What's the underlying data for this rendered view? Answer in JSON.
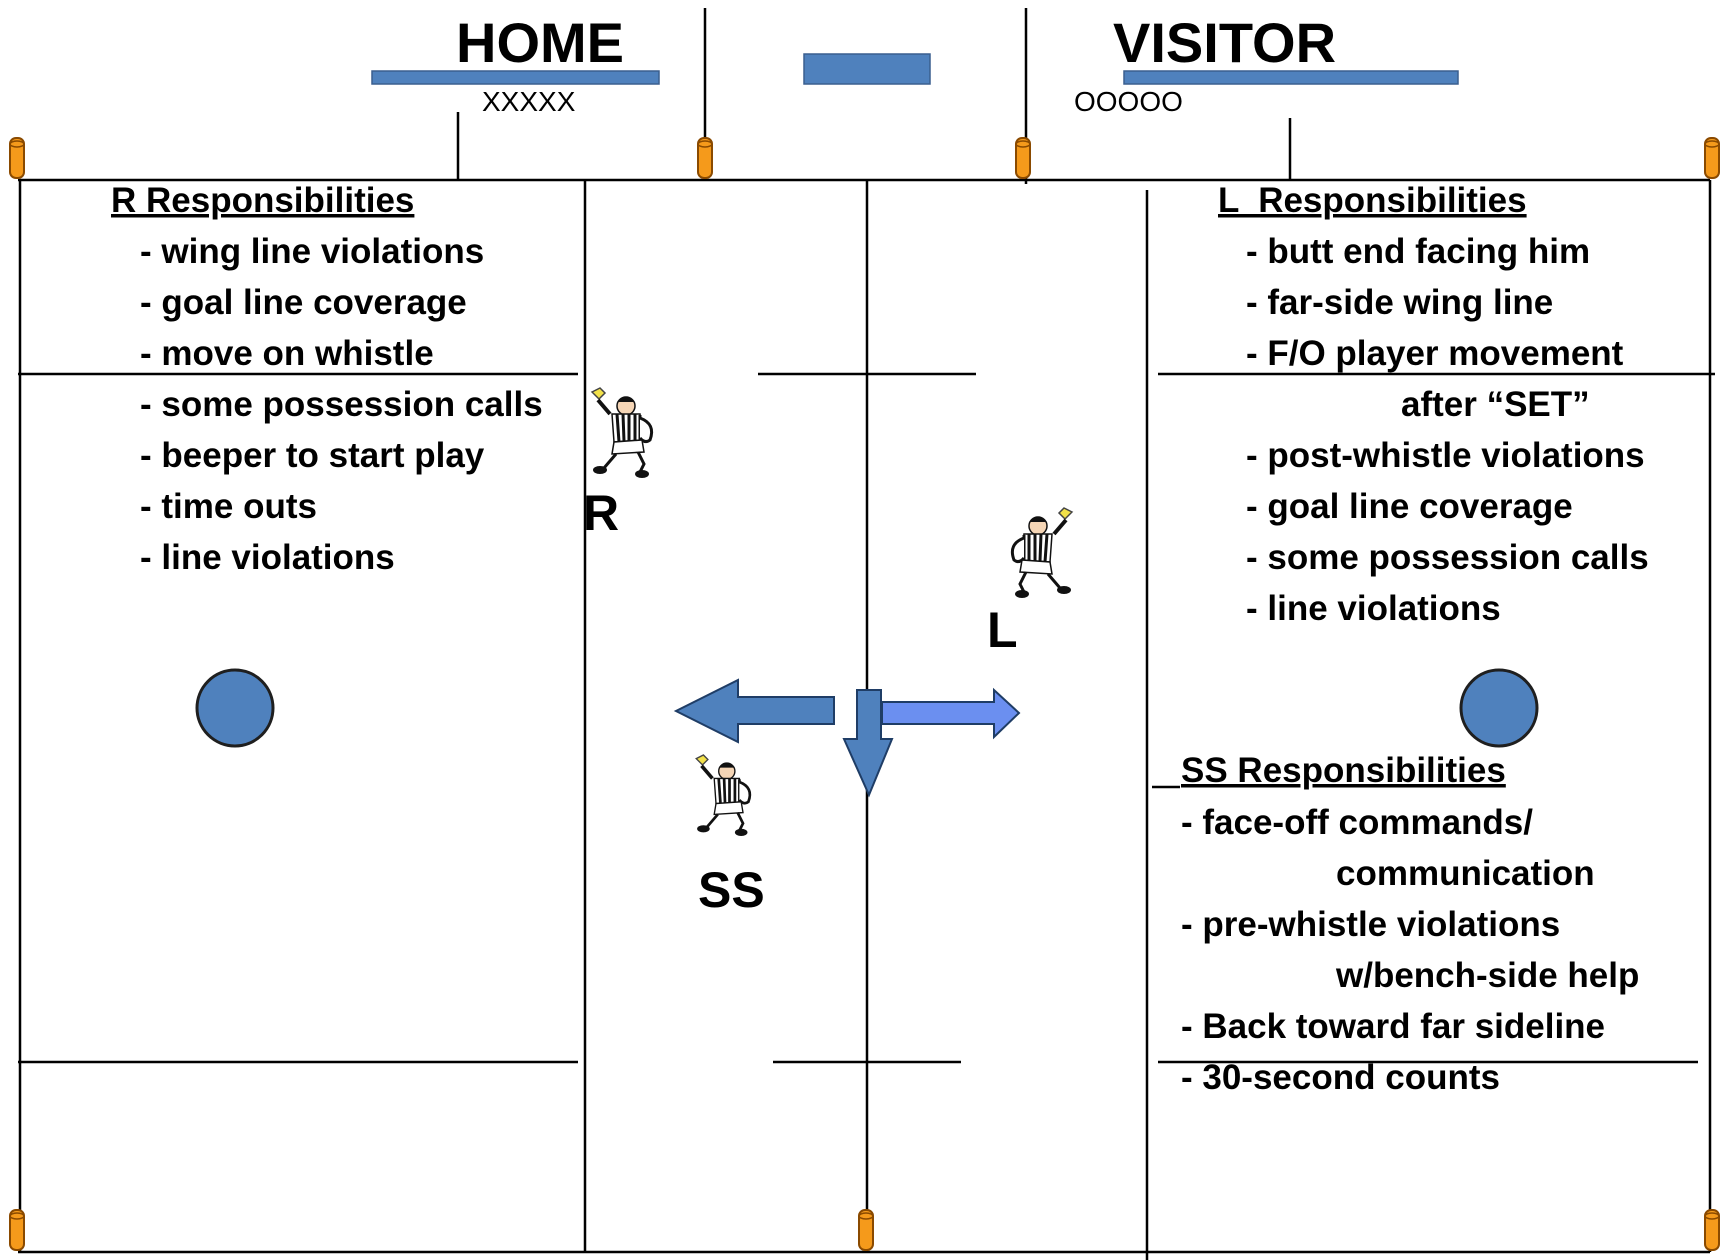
{
  "home": {
    "title": "HOME",
    "sub": "XXXXX"
  },
  "visitor": {
    "title": "VISITOR",
    "sub": "OOOOO"
  },
  "officials": {
    "r": "R",
    "l": "L",
    "ss": "SS"
  },
  "r_resp": {
    "heading": "R Responsibilities",
    "items": [
      "- wing line violations",
      "- goal line coverage",
      "- move on whistle",
      "- some possession calls",
      "- beeper to start play",
      "- time outs",
      "- line violations"
    ]
  },
  "l_resp": {
    "heading": "L  Responsibilities",
    "items": [
      "- butt end facing him",
      "- far-side wing line",
      "- F/O player movement",
      "after “SET”",
      "- post-whistle violations",
      "- goal line coverage",
      "- some possession calls",
      "- line violations"
    ]
  },
  "ss_resp": {
    "heading": "SS Responsibilities",
    "items": [
      "- face-off commands/",
      "communication",
      "- pre-whistle violations",
      "w/bench-side help",
      "- Back toward far sideline",
      "- 30-second counts"
    ]
  },
  "colors": {
    "field_line": "#000000",
    "blue": "#4f81bd",
    "blue_light": "#6b8ff0",
    "pylon": "#f59a1b",
    "pylon_outline": "#8a4a00"
  },
  "icons": {
    "referee": "referee-figure-icon",
    "goal": "goal-crease-icon",
    "arrow": "direction-arrow-icon",
    "pylon": "pylon-icon"
  }
}
